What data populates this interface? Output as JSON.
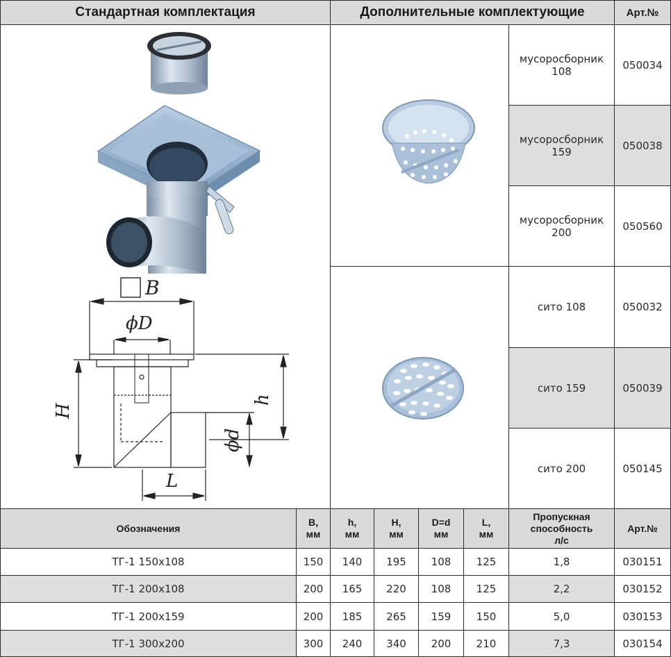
{
  "header": {
    "standard": "Стандартная комплектация",
    "additional": "Дополнительные комплектующие",
    "art": "Арт.№"
  },
  "accessories": [
    {
      "name": "мусоросборник\n108",
      "art": "050034"
    },
    {
      "name": "мусоросборник\n159",
      "art": "050038"
    },
    {
      "name": "мусоросборник\n200",
      "art": "050560"
    },
    {
      "name": "сито 108",
      "art": "050032"
    },
    {
      "name": "сито 159",
      "art": "050039"
    },
    {
      "name": "сито 200",
      "art": "050145"
    }
  ],
  "drawing": {
    "square_label": "B",
    "d_label": "ϕD",
    "small_d_label": "ϕd",
    "h_label": "h",
    "H_label": "H",
    "L_label": "L"
  },
  "table": {
    "headers": {
      "name": "Обозначения",
      "b": "B,\nмм",
      "h": "h,\nмм",
      "H": "H,\nмм",
      "d": "D=d\nмм",
      "l": "L,\nмм",
      "flow": "Пропускная\nспособность\nл/с",
      "art": "Арт.№"
    },
    "rows": [
      {
        "name": "ТГ-1 150x108",
        "b": "150",
        "h": "140",
        "H": "195",
        "d": "108",
        "l": "125",
        "flow": "1,8",
        "art": "030151"
      },
      {
        "name": "ТГ-1 200x108",
        "b": "200",
        "h": "165",
        "H": "220",
        "d": "108",
        "l": "125",
        "flow": "2,2",
        "art": "030152"
      },
      {
        "name": "ТГ-1 200x159",
        "b": "200",
        "h": "185",
        "H": "265",
        "d": "159",
        "l": "150",
        "flow": "5,0",
        "art": "030153"
      },
      {
        "name": "ТГ-1 300x200",
        "b": "300",
        "h": "240",
        "H": "340",
        "d": "200",
        "l": "210",
        "flow": "7,3",
        "art": "030154"
      }
    ]
  }
}
